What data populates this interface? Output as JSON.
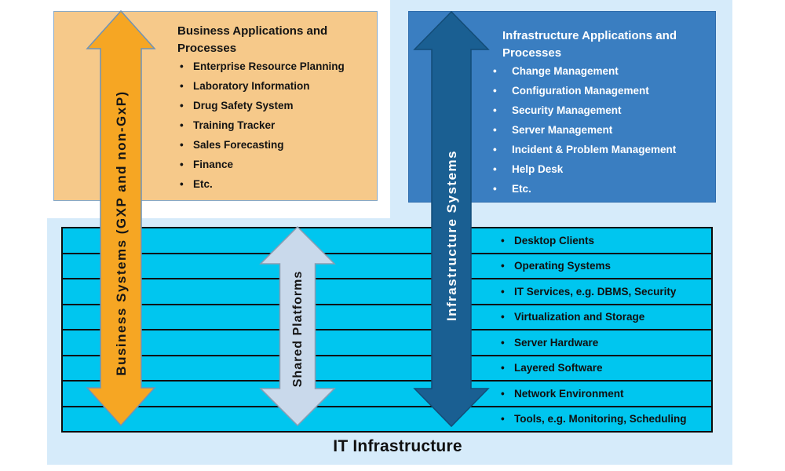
{
  "business_box": {
    "title": "Business Applications and Processes",
    "items": [
      "Enterprise Resource Planning",
      "Laboratory Information",
      "Drug Safety System",
      "Training Tracker",
      "Sales Forecasting",
      "Finance",
      "Etc."
    ]
  },
  "infrastructure_box": {
    "title": "Infrastructure Applications and Processes",
    "items": [
      "Change Management",
      "Configuration Management",
      "Security Management",
      "Server Management",
      "Incident & Problem Management",
      "Help Desk",
      "Etc."
    ]
  },
  "platform_stack": {
    "rows": [
      "Desktop Clients",
      "Operating Systems",
      "IT Services, e.g. DBMS, Security",
      "Virtualization and Storage",
      "Server Hardware",
      "Layered Software",
      "Network Environment",
      "Tools, e.g. Monitoring, Scheduling"
    ]
  },
  "arrows": {
    "business_label": "Business Systems (GXP and non-GxP)",
    "shared_label": "Shared Platforms",
    "infrastructure_label": "Infrastructure Systems"
  },
  "footer": {
    "label": "IT Infrastructure"
  },
  "colors": {
    "panel_bg": "#D6EBFA",
    "business_box_bg": "#F6C98A",
    "infrastructure_box_bg": "#3A7EC1",
    "platform_bg": "#00C6EF",
    "business_arrow": "#F6A623",
    "shared_arrow": "#C9D9EB",
    "infrastructure_arrow": "#1A5F92"
  }
}
